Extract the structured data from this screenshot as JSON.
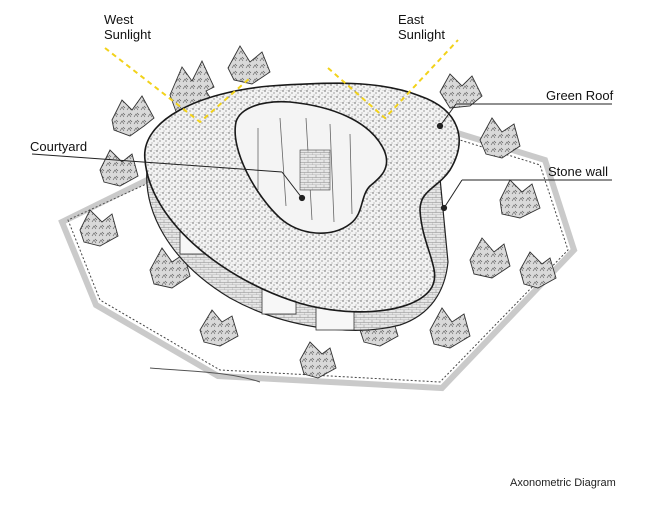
{
  "labels": {
    "west_line1": "West",
    "west_line2": "Sunlight",
    "east_line1": "East",
    "east_line2": "Sunlight",
    "green_roof": "Green Roof",
    "courtyard": "Courtyard",
    "stone_wall": "Stone wall",
    "caption": "Axonometric Diagram"
  },
  "colors": {
    "sunlight_arrow": "#f2d21a",
    "ink": "#1a1a1a",
    "background": "#ffffff"
  }
}
